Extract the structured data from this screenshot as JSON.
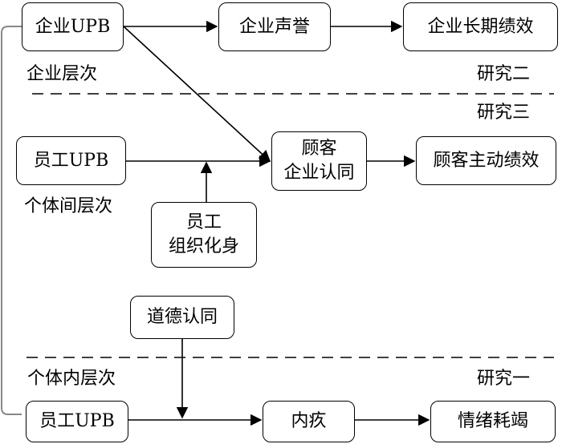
{
  "diagram": {
    "nodes": {
      "firm_upb": "企业UPB",
      "firm_reputation": "企业声誉",
      "firm_longterm_perf": "企业长期绩效",
      "emp_upb_inter": "员工UPB",
      "customer_identification": [
        "顾客",
        "企业认同"
      ],
      "customer_proactive_perf": "顾客主动绩效",
      "emp_org_embodiment": [
        "员工",
        "组织化身"
      ],
      "moral_identification": "道德认同",
      "emp_upb_intra": "员工UPB",
      "guilt": "内疚",
      "emotional_exhaustion": "情绪耗竭"
    },
    "levels": {
      "firm": "企业层次",
      "interpersonal": "个体间层次",
      "intrapersonal": "个体内层次"
    },
    "studies": {
      "study2": "研究二",
      "study3": "研究三",
      "study1": "研究一"
    },
    "colors": {
      "line": "#000000",
      "bracket": "#888888",
      "background": "#ffffff"
    }
  }
}
